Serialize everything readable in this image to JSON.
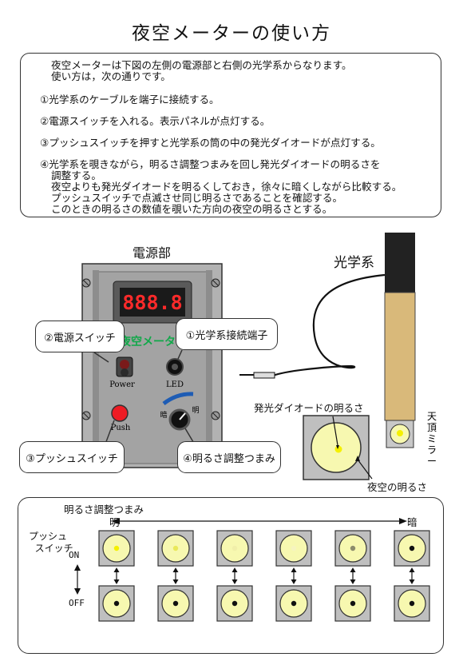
{
  "title": "夜空メーターの使い方",
  "instructions": [
    "夜空メーターは下図の左側の電源部と右側の光学系からなります。",
    "使い方は，次の通りです。",
    "①光学系のケーブルを端子に接続する。",
    "②電源スイッチを入れる。表示パネルが点灯する。",
    "③プッシュスイッチを押すと光学系の筒の中の発光ダイオードが点灯する。",
    "④光学系を覗きながら，明るさ調整つまみを回し発光ダイオードの明るさを",
    "調整する。",
    "夜空よりも発光ダイオードを明るくしておき，徐々に暗くしながら比較する。",
    "プッシュスイッチで点滅させ同じ明るさであることを確認する。",
    "このときの明るさの数値を覗いた方向の夜空の明るさとする。"
  ],
  "power_unit": {
    "label": "電源部",
    "display": "888.8",
    "panel_logo": "夜空メーター",
    "power_switch_label": "Power",
    "led_label": "LED",
    "push_label": "Push",
    "dark_label": "暗",
    "bright_label": "明"
  },
  "callouts": {
    "power_switch": "②電源スイッチ",
    "optical_terminal": "①光学系接続端子",
    "push_switch": "③プッシュスイッチ",
    "knob": "④明るさ調整つまみ"
  },
  "optics": {
    "label": "光学系",
    "mirror_label": "天頂ミラー",
    "led_brightness_label": "発光ダイオードの明るさ",
    "sky_brightness_label": "夜空の明るさ"
  },
  "comparison": {
    "knob_label": "明るさ調整つまみ",
    "bright_end": "明",
    "dark_end": "暗",
    "push_switch_label": "プッシュスイッチ",
    "on_label": "ON",
    "off_label": "OFF",
    "on_dots": [
      "#f5f000",
      "#e9e85a",
      "#f1efaa",
      "#f6f4bf",
      "#8c8c6c",
      "#111111"
    ],
    "off_dot": "#111111"
  },
  "colors": {
    "panel": "#a8a8a8",
    "display_bg": "#1a1a1a",
    "display_digits": "#ff2a2a",
    "logo": "#12a84a",
    "disc_fill": "#f7f8b0",
    "tube_body": "#d9b97a",
    "tube_cap": "#222222",
    "frame": "#b0b0b0"
  }
}
